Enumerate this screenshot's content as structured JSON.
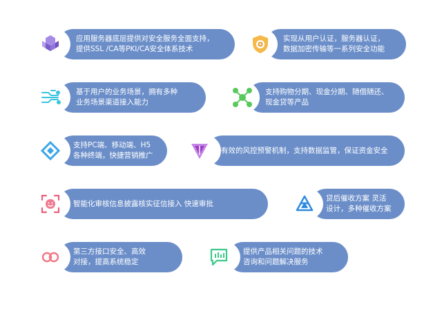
{
  "features": [
    {
      "text": "应用服务器底层提供对安全服务全面支持，\n提供SSL /CA等PKI/CA安全体系技术",
      "icon": "cube-cluster-icon",
      "color": "#8c6fd6"
    },
    {
      "text": "实现从用户认证，服务器认证，\n数据加密传输等一系列安全功能",
      "icon": "shield-target-icon",
      "color": "#f0a830"
    },
    {
      "text": "基于用户的业务场景，拥有多种\n业务场景渠道接入能力",
      "icon": "circuit-lines-icon",
      "color": "#38c4e0"
    },
    {
      "text": "支持购物分期、现金分期、随借随还、\n现金贷等产品",
      "icon": "network-nodes-icon",
      "color": "#58c95c"
    },
    {
      "text": "支持PC端、移动端、H5\n各种终端，快捷营销推广",
      "icon": "diamond-frame-icon",
      "color": "#3aa6e8"
    },
    {
      "text": "有效的风控预警机制，支持数据监管，保证资金安全",
      "icon": "funnel-triangle-icon",
      "color": "#b05ad6"
    },
    {
      "text": "智能化审核信息披露核实征信接入 快速审批",
      "icon": "face-scan-icon",
      "color": "#e8607a"
    },
    {
      "text": "贷后催收方案 灵活\n设计，多种催收方案",
      "icon": "triple-triangle-icon",
      "color": "#2f8be0"
    },
    {
      "text": "第三方接口安全、高效\n对接，提高系统稳定",
      "icon": "infinity-link-icon",
      "color": "#f07a86"
    },
    {
      "text": "提供产品相关问题的技术\n咨询和问题解决服务",
      "icon": "chat-support-icon",
      "color": "#3cc98a"
    }
  ]
}
